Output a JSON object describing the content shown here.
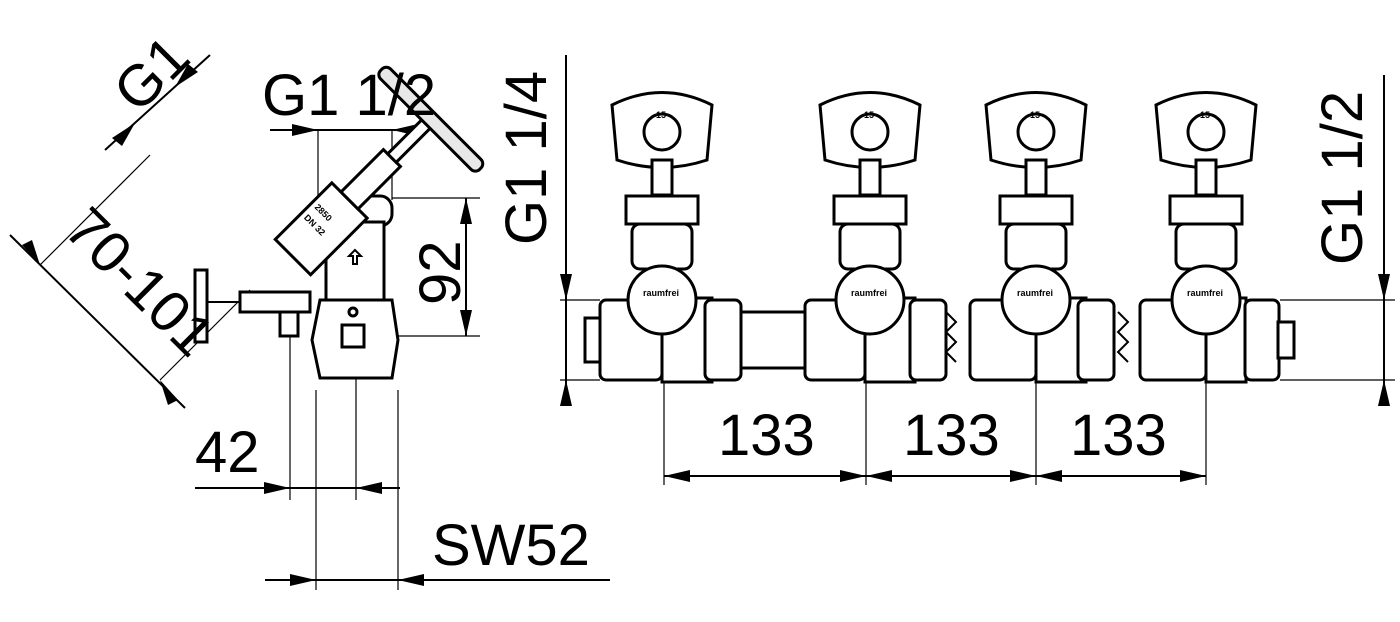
{
  "dimensions": {
    "g1": "G1",
    "g1_half_top": "G1 1/2",
    "diag_len": "70-101",
    "height_92": "92",
    "offset_42": "42",
    "sw52": "SW52",
    "g1_quarter": "G1 1/4",
    "spacing": [
      "133",
      "133",
      "133"
    ],
    "g1_half_right": "G1 1/2"
  },
  "labels": {
    "wheel_number": "15",
    "brand": "raumfrei"
  },
  "colors": {
    "ink": "#000000",
    "background": "#ffffff"
  }
}
